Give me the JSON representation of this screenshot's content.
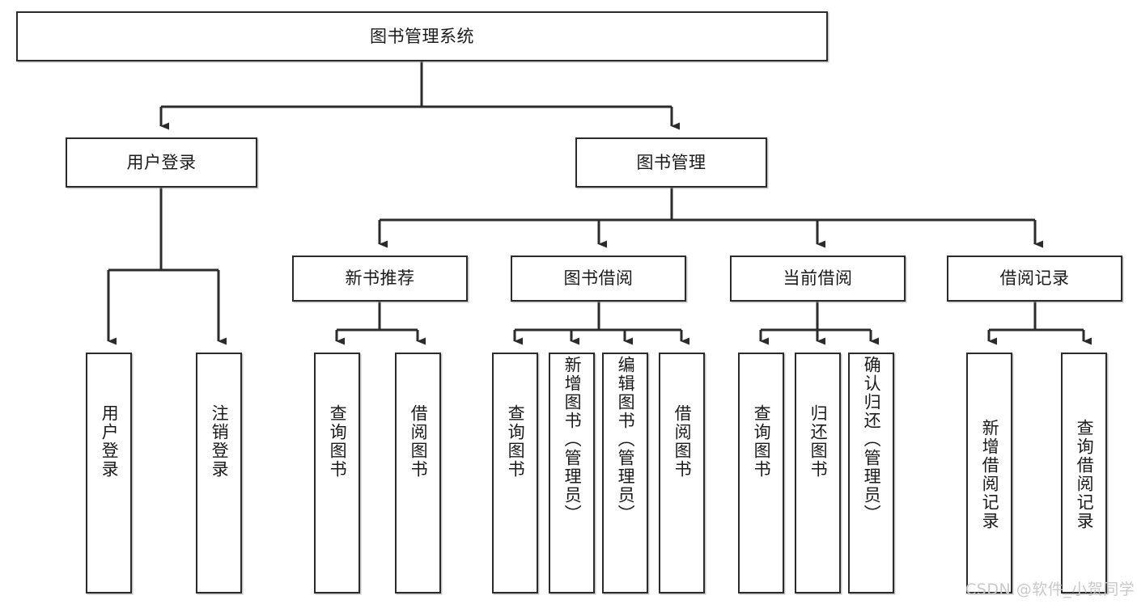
{
  "diagram": {
    "type": "tree-hierarchy-chart",
    "title": "图书管理系统",
    "line_color": "#2b2b2b",
    "box_fill": "#ffffff",
    "text_color": "#1a1a1a",
    "watermark": "CSDN @软件_小贺同学",
    "levels": {
      "root": {
        "label": "图书管理系统"
      },
      "level2": [
        {
          "label": "用户登录"
        },
        {
          "label": "图书管理"
        }
      ],
      "level3": [
        {
          "label": "新书推荐"
        },
        {
          "label": "图书借阅"
        },
        {
          "label": "当前借阅"
        },
        {
          "label": "借阅记录"
        }
      ],
      "leaves": {
        "user_login": [
          {
            "label": "用户登录"
          },
          {
            "label": "注销登录"
          }
        ],
        "new_book_recommend": [
          {
            "label": "查询图书"
          },
          {
            "label": "借阅图书"
          }
        ],
        "book_borrow": [
          {
            "label": "查询图书"
          },
          {
            "label": "新增图书（管理员）"
          },
          {
            "label": "编辑图书（管理员）"
          },
          {
            "label": "借阅图书"
          }
        ],
        "current_borrow": [
          {
            "label": "查询图书"
          },
          {
            "label": "归还图书"
          },
          {
            "label": "确认归还（管理员）"
          }
        ],
        "borrow_record": [
          {
            "label": "新增借阅记录"
          },
          {
            "label": "查询借阅记录"
          }
        ]
      }
    }
  }
}
